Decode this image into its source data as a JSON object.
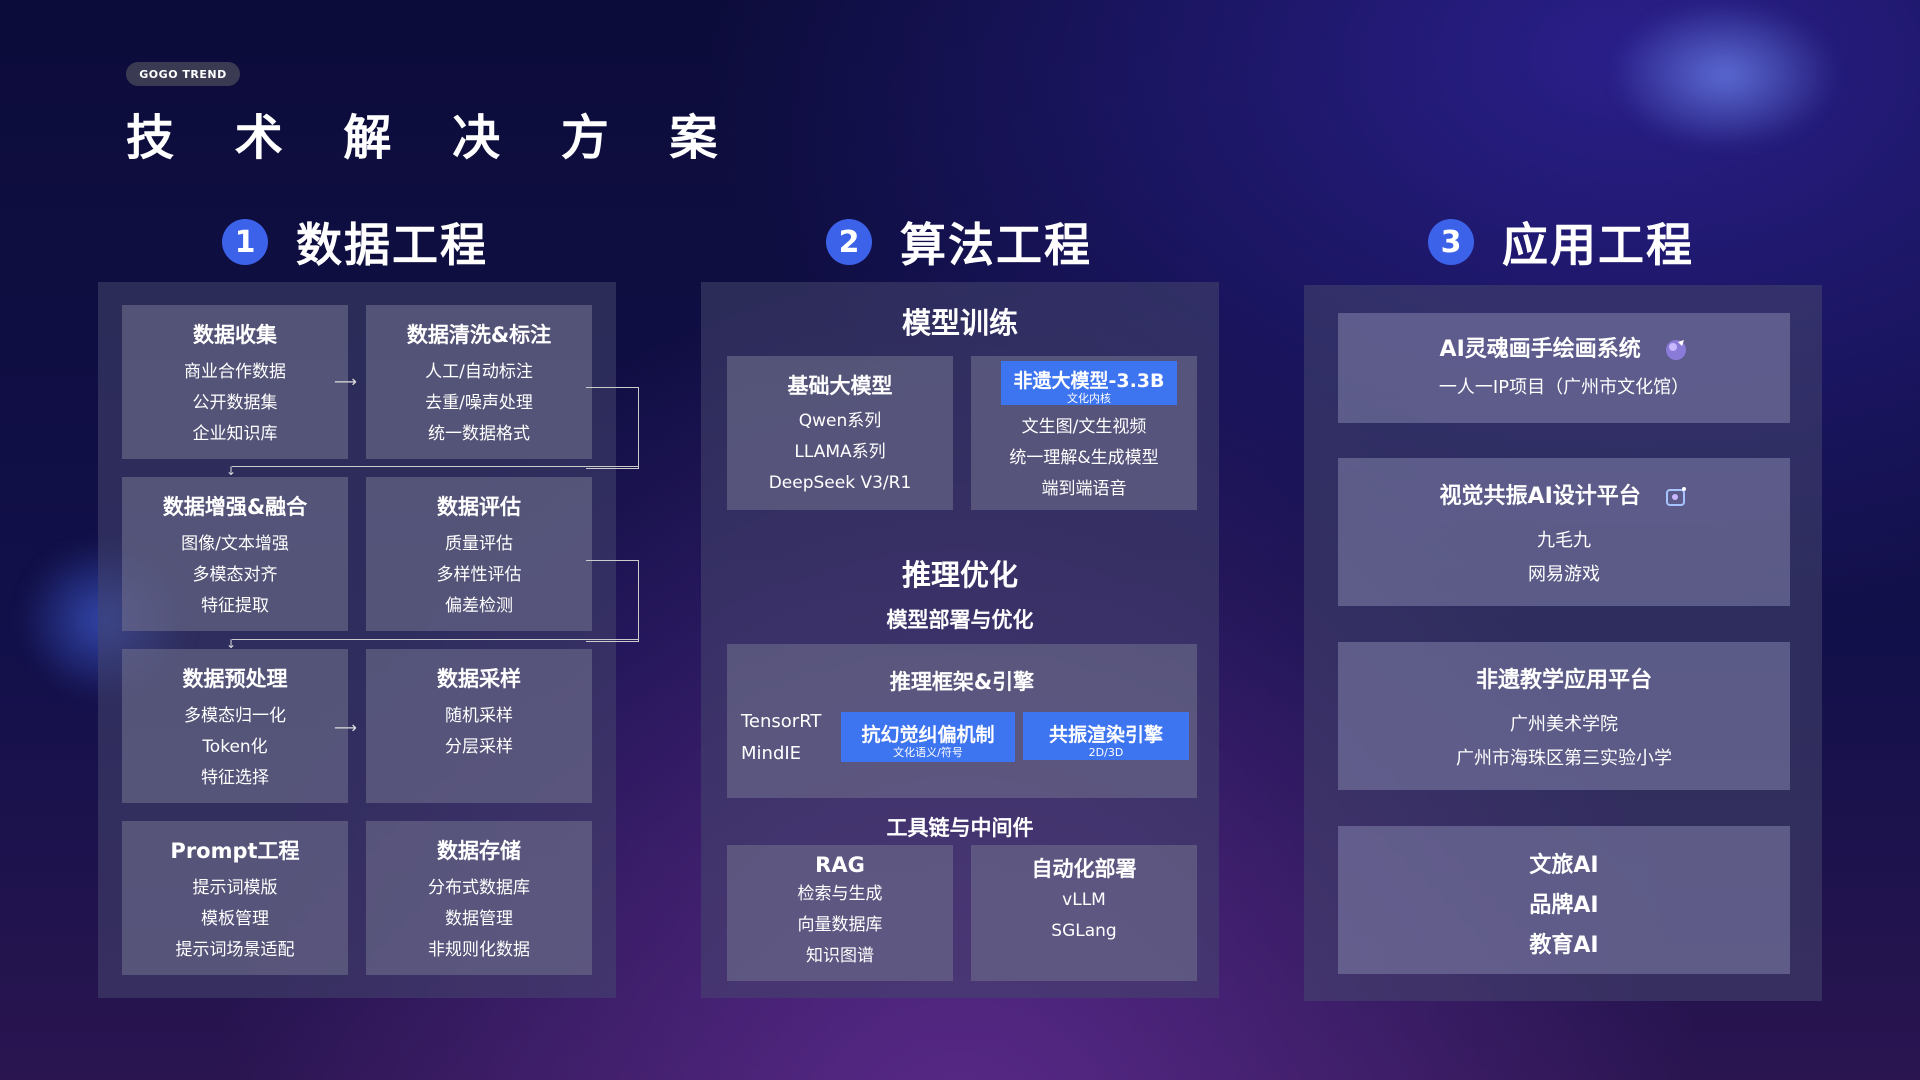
{
  "brand": "GOGO TREND",
  "title": "技 术 解 决 方 案",
  "sections": [
    {
      "num": "1",
      "title": "数据工程"
    },
    {
      "num": "2",
      "title": "算法工程"
    },
    {
      "num": "3",
      "title": "应用工程"
    }
  ],
  "data_eng": {
    "boxes": [
      {
        "title": "数据收集",
        "lines": [
          "商业合作数据",
          "公开数据集",
          "企业知识库"
        ]
      },
      {
        "title": "数据清洗&标注",
        "lines": [
          "人工/自动标注",
          "去重/噪声处理",
          "统一数据格式"
        ]
      },
      {
        "title": "数据增强&融合",
        "lines": [
          "图像/文本增强",
          "多模态对齐",
          "特征提取"
        ]
      },
      {
        "title": "数据评估",
        "lines": [
          "质量评估",
          "多样性评估",
          "偏差检测"
        ]
      },
      {
        "title": "数据预处理",
        "lines": [
          "多模态归一化",
          "Token化",
          "特征选择"
        ]
      },
      {
        "title": "数据采样",
        "lines": [
          "随机采样",
          "分层采样"
        ]
      },
      {
        "title": "Prompt工程",
        "lines": [
          "提示词模版",
          "模板管理",
          "提示词场景适配"
        ]
      },
      {
        "title": "数据存储",
        "lines": [
          "分布式数据库",
          "数据管理",
          "非规则化数据"
        ]
      }
    ]
  },
  "algo_eng": {
    "training_title": "模型训练",
    "base_model": {
      "title": "基础大模型",
      "lines": [
        "Qwen系列",
        "LLAMA系列",
        "DeepSeek V3/R1"
      ]
    },
    "heritage_model": {
      "chip_main": "非遗大模型-3.3B",
      "chip_sub": "文化内核",
      "lines": [
        "文生图/文生视频",
        "统一理解&生成模型",
        "端到端语音"
      ]
    },
    "inference_title": "推理优化",
    "inference_sub": "模型部署与优化",
    "framework": {
      "title": "推理框架&引擎",
      "left_lines": [
        "TensorRT",
        "MindIE"
      ],
      "chip1_main": "抗幻觉纠偏机制",
      "chip1_sub": "文化语义/符号",
      "chip2_main": "共振渲染引擎",
      "chip2_sub": "2D/3D"
    },
    "toolchain_title": "工具链与中间件",
    "rag": {
      "title": "RAG",
      "lines": [
        "检索与生成",
        "向量数据库",
        "知识图谱"
      ]
    },
    "deploy": {
      "title": "自动化部署",
      "lines": [
        "vLLM",
        "SGLang"
      ]
    }
  },
  "app_eng": {
    "boxes": [
      {
        "title": "AI灵魂画手绘画系统",
        "lines": [
          "一人一IP项目（广州市文化馆）"
        ],
        "icon": "paint-orb-icon"
      },
      {
        "title": "视觉共振AI设计平台",
        "lines": [
          "九毛九",
          "网易游戏"
        ],
        "icon": "design-icon"
      },
      {
        "title": "非遗教学应用平台",
        "lines": [
          "广州美术学院",
          "广州市海珠区第三实验小学"
        ]
      },
      {
        "title": "",
        "lines": [
          "文旅AI",
          "品牌AI",
          "教育AI"
        ]
      }
    ]
  },
  "colors": {
    "accent": "#3d62ea",
    "chip": "#3d74f0"
  }
}
